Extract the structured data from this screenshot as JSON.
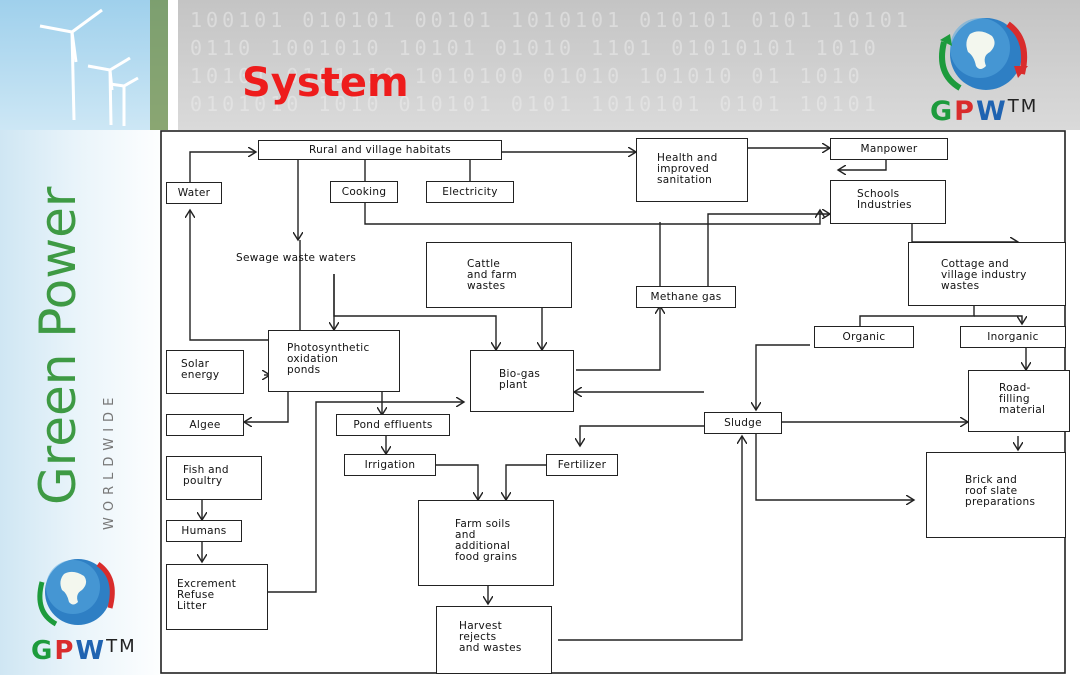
{
  "slide": {
    "title": "System",
    "logo_top": {
      "g": "G",
      "p": "P",
      "w": "W",
      "tm": "TM"
    },
    "logo_side": {
      "g": "G",
      "p": "P",
      "w": "W",
      "tm": "TM"
    },
    "brand_name": "Green Power",
    "brand_sub": "WORLDWIDE",
    "colors": {
      "title": "#ee1c1c",
      "brand_green": "#3e9a44",
      "logo_blue": "#1f63b1",
      "logo_red": "#d92c2c"
    },
    "binary_pattern": "100101 010101 00101 1010101 010101 0101 10101\n0110 1001010 10101 01010 1101 01010101 1010\n10101 0101 10 1010100 01010 101010 01 1010\n0101010 1010 010101 0101 1010101 0101 10101"
  },
  "diagram": {
    "nodes": {
      "rural": "Rural  and  village  habitats",
      "health": "Health  and\nimproved\nsanitation",
      "manpower": "Manpower",
      "water": "Water",
      "cooking": "Cooking",
      "electricity": "Electricity",
      "schools": "Schools\nIndustries",
      "sewage": "Sewage  waste  waters",
      "cattle": "Cattle\nand  farm\nwastes",
      "methane": "Methane  gas",
      "cottage": "Cottage  and\nvillage  industry\nwastes",
      "organic": "Organic",
      "inorganic": "Inorganic",
      "solar": "Solar\nenergy",
      "photo": "Photosynthetic\noxidation\nponds",
      "biogas": "Bio-gas\nplant",
      "road": "Road-\nfilling\nmaterial",
      "algae": "Algee",
      "pond": "Pond  effluents",
      "sludge": "Sludge",
      "irrigation": "Irrigation",
      "fertilizer": "Fertilizer",
      "fish": "Fish  and\npoultry",
      "brick": "Brick  and\nroof  slate\npreparations",
      "humans": "Humans",
      "farm": "Farm  soils\nand\nadditional\nfood  grains",
      "excrement": "Excrement\nRefuse\nLitter",
      "harvest": "Harvest\nrejects\nand  wastes"
    }
  }
}
